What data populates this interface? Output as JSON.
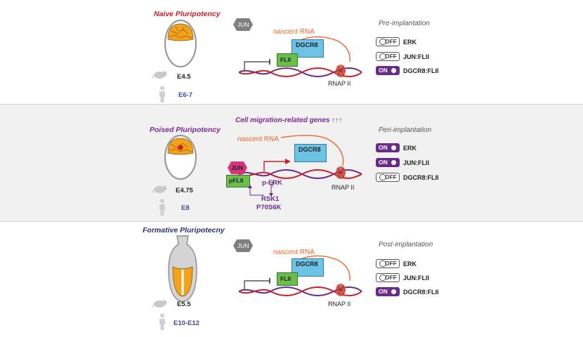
{
  "stages": [
    {
      "title": "Naive Pluripotency",
      "mouse_day": "E4.5",
      "human_day": "E6-7",
      "phase": "Pre-implantation",
      "nascent_rna": "nascent RNA",
      "jun": "JUN",
      "dgcr8": "DGCR8",
      "flii": "FLII",
      "rnap": "RNAP II",
      "toggles": [
        {
          "state": "OFF",
          "label": "ERK"
        },
        {
          "state": "OFF",
          "label": "JUN:FLII"
        },
        {
          "state": "ON",
          "label": "DGCR8:FLII"
        }
      ]
    },
    {
      "title": "Poised Pluripotency",
      "mouse_day": "E4.75",
      "human_day": "E8",
      "phase": "Peri-implantation",
      "headline": "Cell migration-related genes ↑↑↑",
      "nascent_rna": "nascent RNA",
      "jun": "JUN",
      "pflii": "pFLII",
      "dgcr8": "DGCR8",
      "perk": "p-ERK",
      "rsk1": "RSK1",
      "p70s6k": "P70S6K",
      "rnap": "RNAP II",
      "toggles": [
        {
          "state": "ON",
          "label": "ERK"
        },
        {
          "state": "ON",
          "label": "JUN:FLII"
        },
        {
          "state": "OFF",
          "label": "DGCR8:FLII"
        }
      ]
    },
    {
      "title": "Formative Pluripotecny",
      "mouse_day": "E5.5",
      "human_day": "E10-E12",
      "phase": "Post-implantation",
      "nascent_rna": "nascent RNA",
      "jun": "JUN",
      "dgcr8": "DGCR8",
      "flii": "FLII",
      "rnap": "RNAP II",
      "toggles": [
        {
          "state": "OFF",
          "label": "ERK"
        },
        {
          "state": "OFF",
          "label": "JUN:FLII"
        },
        {
          "state": "ON",
          "label": "DGCR8:FLII"
        }
      ]
    }
  ],
  "colors": {
    "naive_title": "#c8202a",
    "poised_title": "#7b2a90",
    "formative_title": "#2a2f7a",
    "toggle_on": "#6a2a8c",
    "nascent_rna": "#e8652d",
    "dgcr8_box": "#6cc3e6",
    "flii_box": "#6abf4b",
    "jun_box": "#d6337f",
    "embryo_cells": "#f3a21c"
  }
}
